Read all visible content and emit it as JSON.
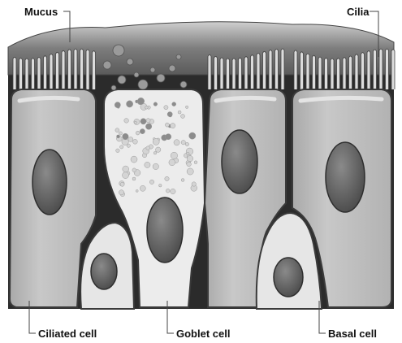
{
  "labels": {
    "mucus": "Mucus",
    "cilia": "Cilia",
    "ciliated_cell": "Ciliated cell",
    "goblet_cell": "Goblet cell",
    "basal_cell": "Basal cell"
  },
  "colors": {
    "cell_fill": "#bdbdbd",
    "cell_highlight": "#d9d9d9",
    "cell_outline": "#3a3a3a",
    "nucleus": "#5e5e5e",
    "goblet_fill": "#ececec",
    "mucus_layer": "#8f8f8f",
    "cilia": "#d6d6d6",
    "background_dark": "#2b2b2b",
    "leader_line": "#444444"
  }
}
